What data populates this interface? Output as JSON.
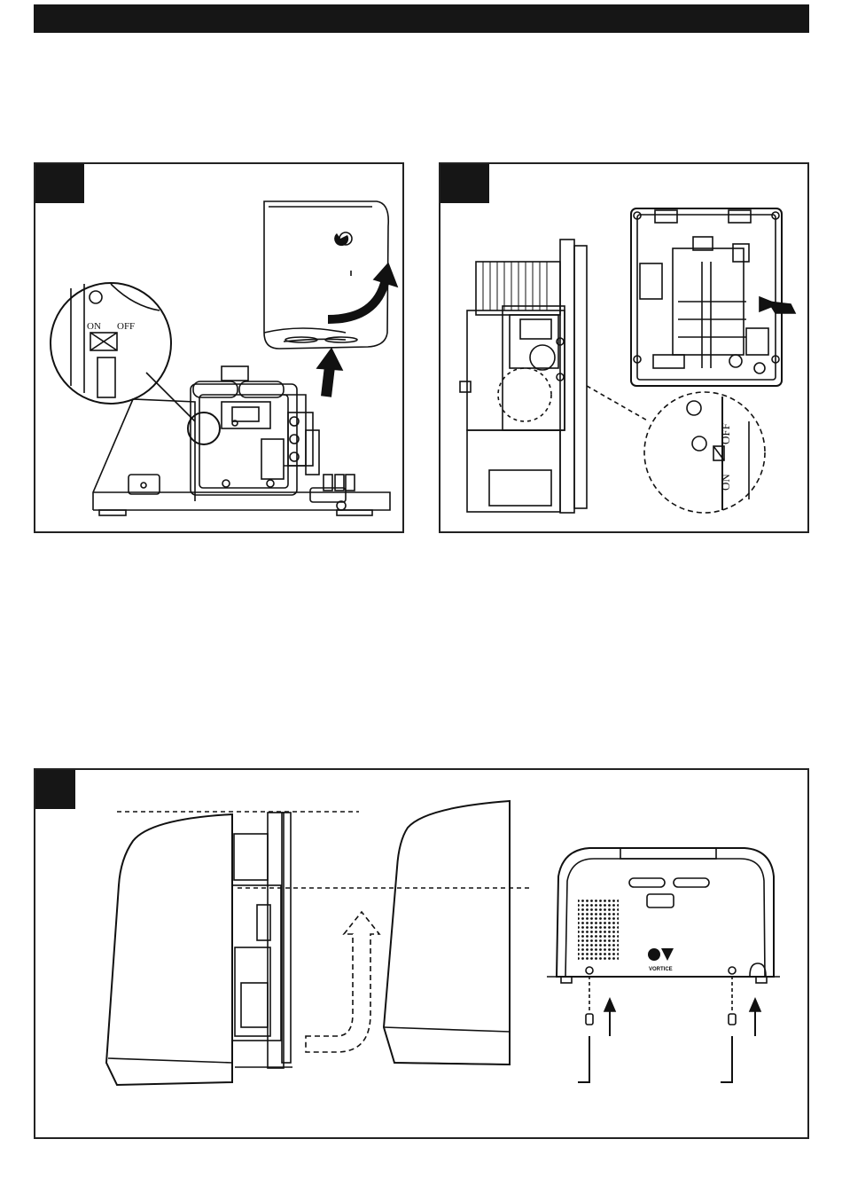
{
  "header": {
    "color": "#161616"
  },
  "panel_1": {
    "zoom_label_on": "ON",
    "zoom_label_off": "OFF"
  },
  "panel_2": {
    "zoom_label_on": "ON",
    "zoom_label_off": "OFF"
  },
  "panel_3": {
    "logo_text": "VORTICE"
  },
  "colors": {
    "ink": "#111111",
    "tag": "#161616",
    "paper": "#ffffff"
  },
  "icons": [
    "curved-arrow-icon",
    "up-arrow-icon",
    "right-arrow-icon",
    "dashed-arrow-icon",
    "screwdriver-icon",
    "vortice-logo-icon"
  ]
}
